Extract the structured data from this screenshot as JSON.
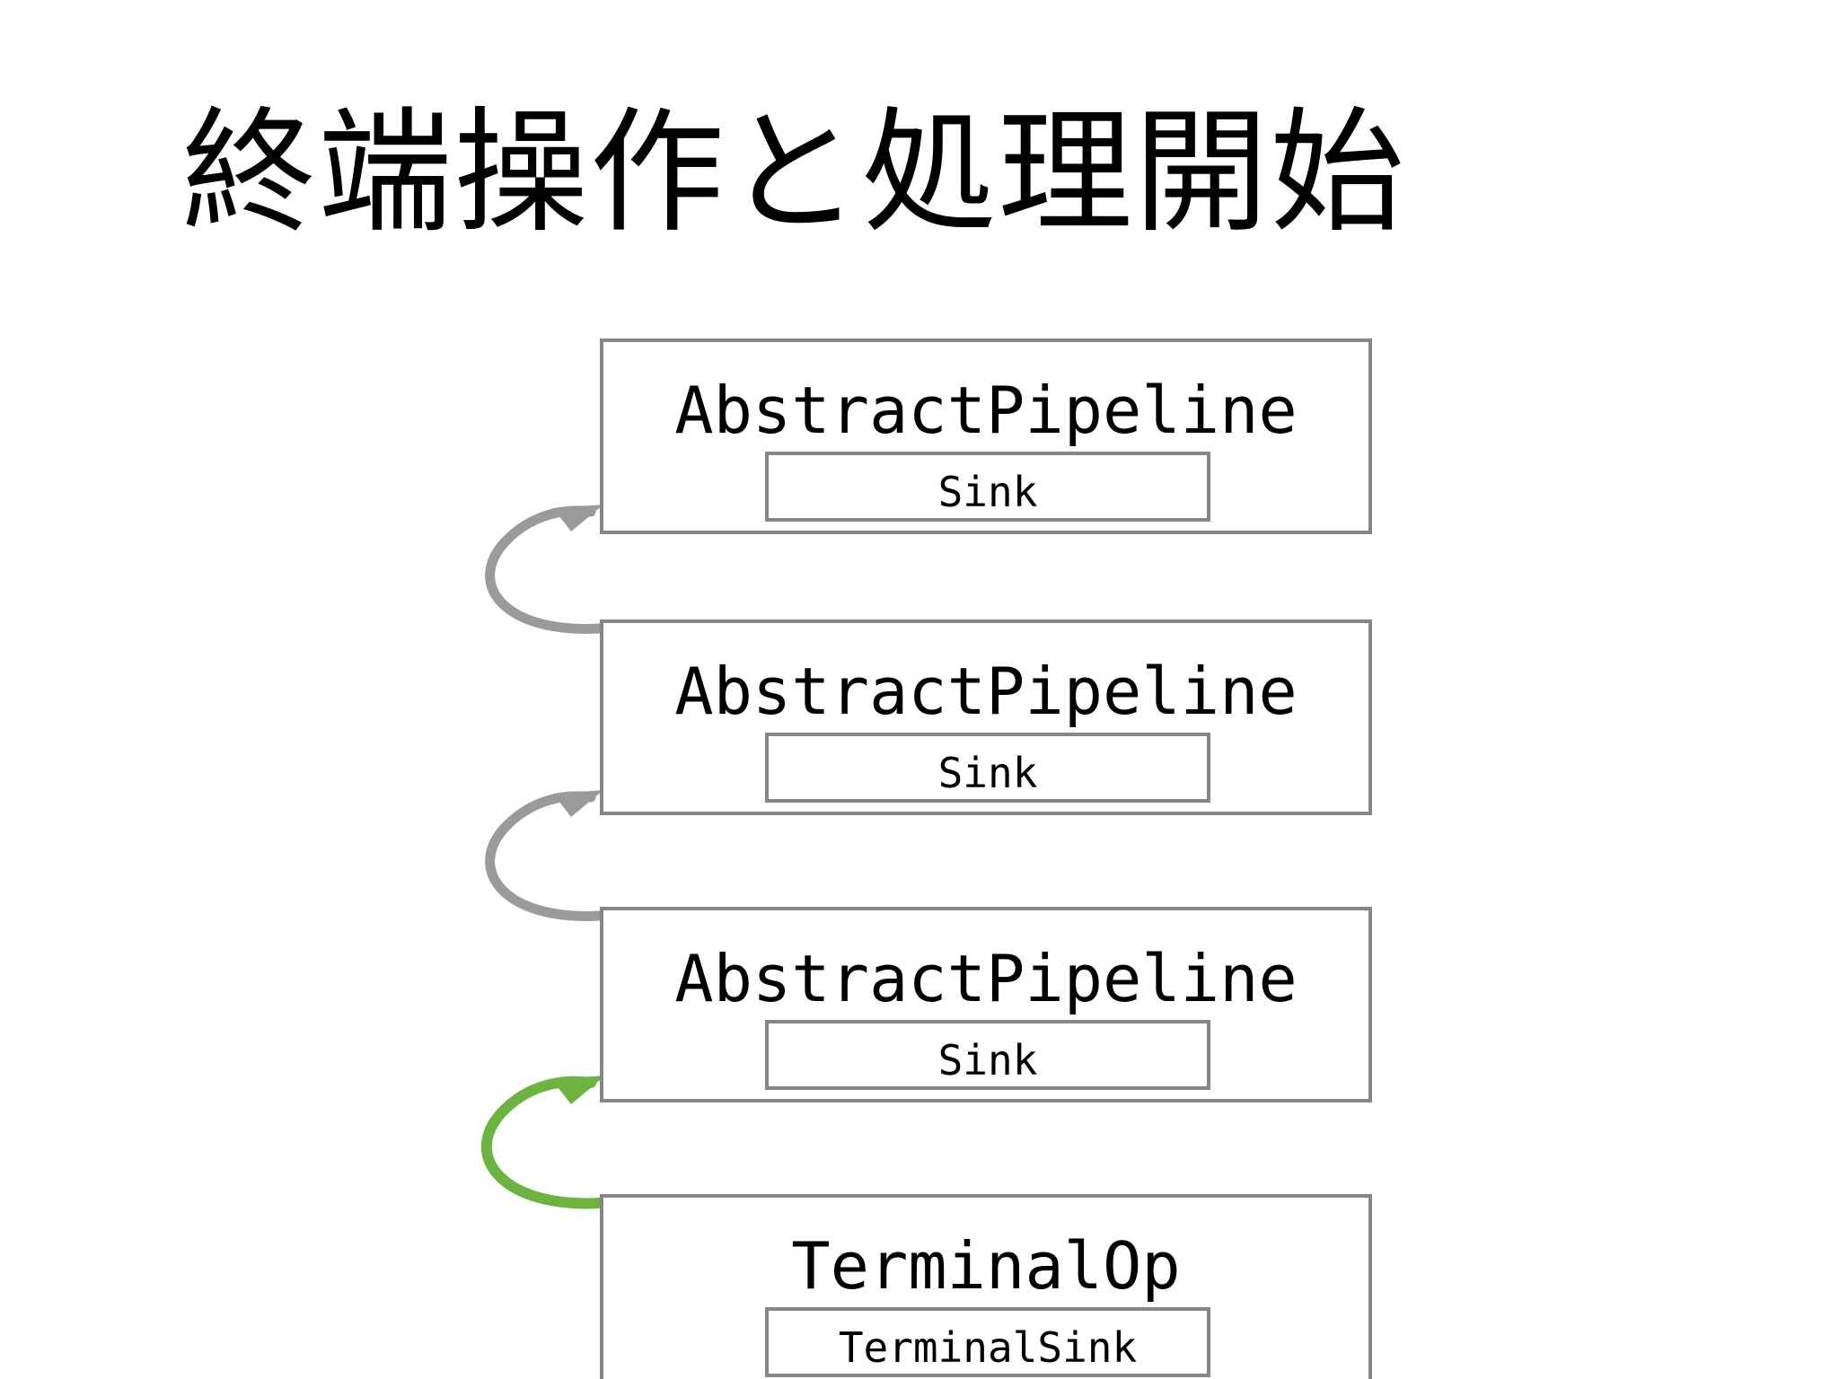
{
  "slide": {
    "title": "終端操作と処理開始",
    "background_color": "#ffffff"
  },
  "colors": {
    "box_border": "#868686",
    "text": "#000000",
    "arrow_gray": "#9a9a9a",
    "arrow_green": "#6DB33F"
  },
  "diagram": {
    "type": "flow",
    "nodes": [
      {
        "id": "pipeline-1",
        "title": "AbstractPipeline",
        "child": {
          "id": "sink-1",
          "label": "Sink"
        }
      },
      {
        "id": "pipeline-2",
        "title": "AbstractPipeline",
        "child": {
          "id": "sink-2",
          "label": "Sink"
        }
      },
      {
        "id": "pipeline-3",
        "title": "AbstractPipeline",
        "child": {
          "id": "sink-3",
          "label": "Sink"
        }
      },
      {
        "id": "terminal-op",
        "title": "TerminalOp",
        "child": {
          "id": "terminal-sink",
          "label": "TerminalSink"
        }
      }
    ],
    "edges": [
      {
        "id": "edge-2-to-1",
        "from": "pipeline-2",
        "to": "pipeline-1",
        "color": "#9a9a9a",
        "style": "curved-arrow"
      },
      {
        "id": "edge-3-to-2",
        "from": "pipeline-3",
        "to": "pipeline-2",
        "color": "#9a9a9a",
        "style": "curved-arrow"
      },
      {
        "id": "edge-terminal-to-3",
        "from": "terminal-op",
        "to": "pipeline-3",
        "color": "#6DB33F",
        "style": "curved-arrow"
      }
    ]
  }
}
